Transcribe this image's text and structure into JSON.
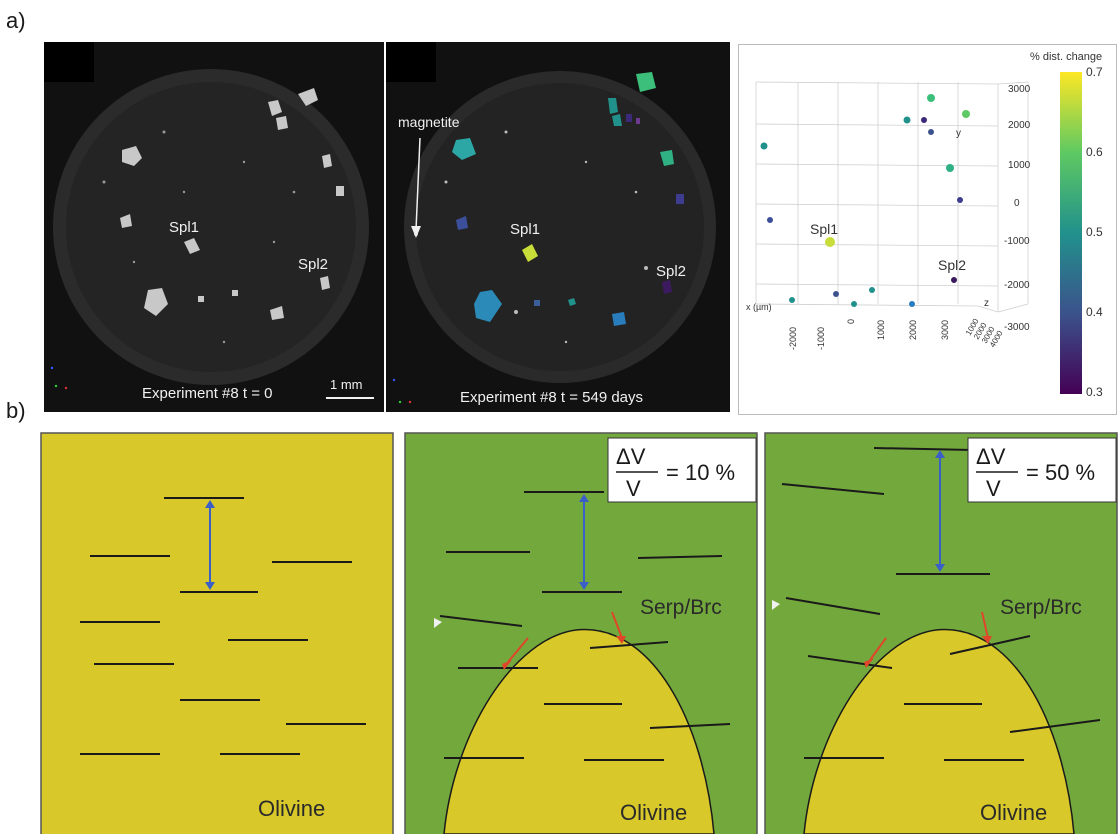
{
  "labels": {
    "panel_a": "a)",
    "panel_b": "b)"
  },
  "ct_images": {
    "left": {
      "caption": "Experiment #8 t = 0",
      "spl1": "Spl1",
      "spl2": "Spl2",
      "scale_bar": "1 mm"
    },
    "right": {
      "caption": "Experiment #8 t = 549 days",
      "spl1": "Spl1",
      "spl2": "Spl2",
      "magnetite": "magnetite"
    }
  },
  "scatter3d": {
    "colorbar_title": "% dist. change",
    "colorbar_ticks": [
      "0.7",
      "0.6",
      "0.5",
      "0.4",
      "0.3"
    ],
    "y_ticks": [
      "3000",
      "2000",
      "1000",
      "0",
      "-1000",
      "-2000",
      "-3000"
    ],
    "x_ticks": [
      "-2000",
      "-1000",
      "0",
      "1000",
      "2000",
      "3000"
    ],
    "z_ticks": [
      "1000",
      "2000",
      "3000",
      "4000"
    ],
    "x_axis_label": "x (µm)",
    "y_axis_label": "y",
    "z_axis_label": "z",
    "spl1": "Spl1",
    "spl2": "Spl2",
    "colormap": [
      "#440154",
      "#3b528b",
      "#21918c",
      "#5ec962",
      "#fde725"
    ]
  },
  "chart_data": {
    "type": "scatter",
    "title": "",
    "colorbar_label": "% dist. change",
    "colorbar_range": [
      0.3,
      0.7
    ],
    "annotations": [
      "Spl1",
      "Spl2"
    ]
  },
  "schematics": {
    "p1": {
      "mineral": "Olivine"
    },
    "p2": {
      "mineral": "Olivine",
      "phase": "Serp/Brc",
      "ratio_num": "ΔV",
      "ratio_den": "V",
      "ratio_value": "= 10 %"
    },
    "p3": {
      "mineral": "Olivine",
      "phase": "Serp/Brc",
      "ratio_num": "ΔV",
      "ratio_den": "V",
      "ratio_value": "= 50 %"
    }
  },
  "colors": {
    "olivine": "#d8c82a",
    "serpentine": "#73a93c",
    "ct_background": "#111111",
    "arrow_blue": "#3a5fc8",
    "arrow_red": "#e0452a"
  }
}
